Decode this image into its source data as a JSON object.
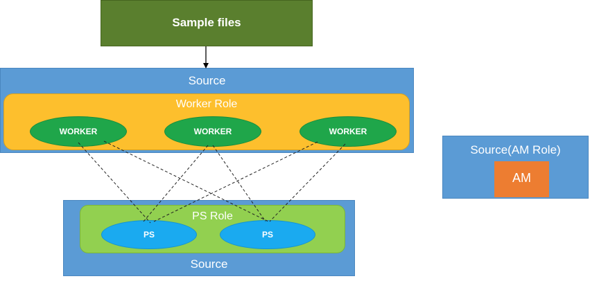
{
  "sample_files": {
    "label": "Sample files"
  },
  "source_top": {
    "label": "Source",
    "worker_role": {
      "label": "Worker Role",
      "workers": [
        "WORKER",
        "WORKER",
        "WORKER"
      ]
    }
  },
  "source_bottom": {
    "label": "Source",
    "ps_role": {
      "label": "PS Role",
      "ps_nodes": [
        "PS",
        "PS"
      ]
    }
  },
  "source_am": {
    "label": "Source(AM Role)",
    "am": {
      "label": "AM"
    }
  },
  "colors": {
    "sample_files": "#5a7f2e",
    "source": "#5b9bd5",
    "worker_role": "#fdbf2d",
    "worker": "#1fa64a",
    "ps_role": "#92d050",
    "ps": "#1aaaf0",
    "am": "#ed7d31"
  }
}
